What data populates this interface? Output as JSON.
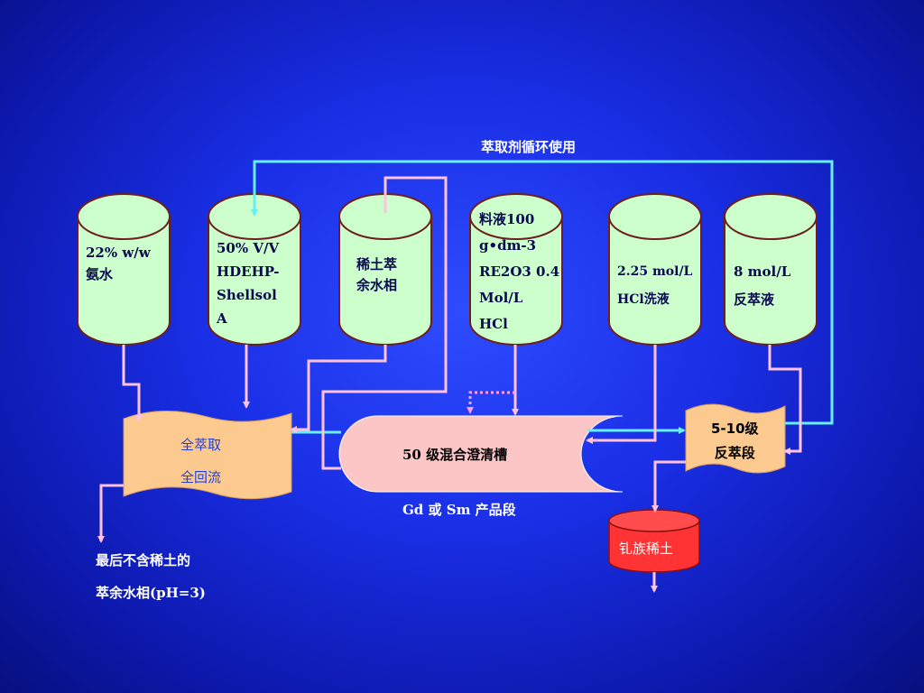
{
  "recycle_label": "萃取剂循环使用",
  "tanks": {
    "ammonia": {
      "line1": "22% w/w",
      "line2": "氨水"
    },
    "hdehp": {
      "line1": "50% V/V",
      "line2": "HDEHP-",
      "line3": "Shellsol",
      "line4": "A"
    },
    "raffinate": {
      "line1": "稀土萃",
      "line2": "余水相"
    },
    "feed": {
      "line1": "料液100",
      "line2": "g•dm-3",
      "line3": "RE2O3 0.4",
      "line4": "Mol/L",
      "line5": "HCl"
    },
    "wash": {
      "line1": "2.25 mol/L",
      "line2": "HCl洗液"
    },
    "strip": {
      "line1": "8 mol/L",
      "line2": "反萃液"
    }
  },
  "full_extraction": {
    "line1": "全萃取",
    "line2": "全回流"
  },
  "mixer": {
    "label": "50 级混合澄清槽",
    "caption": "Gd 或 Sm 产品段"
  },
  "strip_section": {
    "line1": "5-10级",
    "line2": "反萃段"
  },
  "product": {
    "label": "钆族稀土"
  },
  "final_raffinate": {
    "line1": "最后不含稀土的",
    "line2": "萃余水相(pH=3)"
  },
  "colors": {
    "background": "#1a2fe6",
    "tank_fill": "#ccffcc",
    "tank_stroke": "#6b1f1f",
    "section_fill": "#fcc98e",
    "mixer_fill": "#fcc6c6",
    "product_fill": "#ff3333",
    "line_pink": "#ffc2e0",
    "line_cyan": "#66f0f0",
    "line_dotted": "#ff99ff"
  }
}
